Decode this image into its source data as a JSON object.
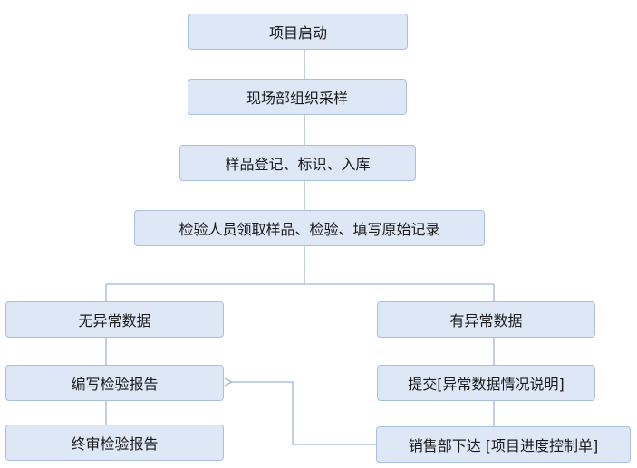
{
  "flowchart": {
    "nodes": {
      "start": "项目启动",
      "sampling": "现场部组织采样",
      "register": "样品登记、标识、入库",
      "inspect": "检验人员领取样品、检验、填写原始记录",
      "normal": "无异常数据",
      "abnormal": "有异常数据",
      "report": "编写检验报告",
      "explain": "提交[异常数据情况说明]",
      "final": "终审检验报告",
      "control": "销售部下达 [项目进度控制单]"
    },
    "edges": [
      {
        "from": "start",
        "to": "sampling"
      },
      {
        "from": "sampling",
        "to": "register"
      },
      {
        "from": "register",
        "to": "inspect"
      },
      {
        "from": "inspect",
        "to": "normal"
      },
      {
        "from": "inspect",
        "to": "abnormal"
      },
      {
        "from": "normal",
        "to": "report"
      },
      {
        "from": "report",
        "to": "final"
      },
      {
        "from": "abnormal",
        "to": "explain"
      },
      {
        "from": "explain",
        "to": "control"
      },
      {
        "from": "control",
        "to": "report",
        "arrow": true
      }
    ],
    "colors": {
      "node_fill": "#dde7f6",
      "node_border": "#a9bfdd",
      "line": "#9fb6d3"
    }
  }
}
